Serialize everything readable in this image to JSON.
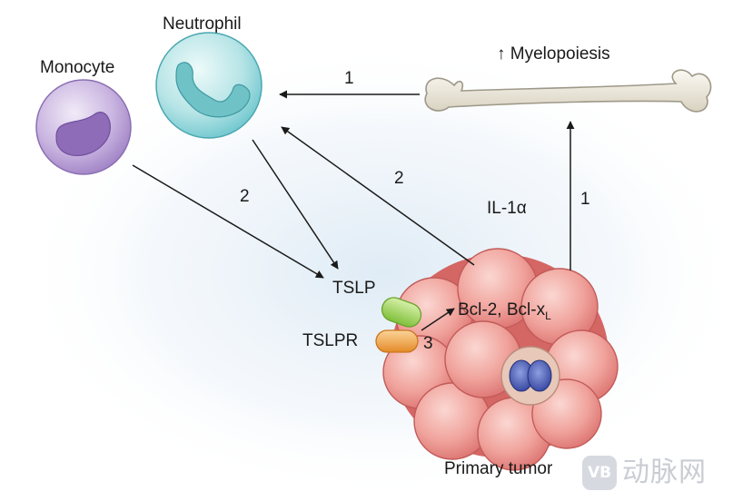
{
  "cells": {
    "monocyte": "Monocyte",
    "neutrophil": "Neutrophil",
    "primary_tumor": "Primary tumor"
  },
  "myelopoiesis": {
    "up_arrow": "↑",
    "label": "Myelopoiesis"
  },
  "molecules": {
    "il1a": "IL-1α",
    "tslp": "TSLP",
    "tslpr": "TSLPR",
    "bcl_main": "Bcl-2, Bcl-x",
    "bcl_sub": "L"
  },
  "step_numbers": {
    "bone_to_neutrophil": "1",
    "tumor_to_bone": "1",
    "monocyte_to_tslp": "2",
    "tumor_to_neutrophil": "2",
    "tslpr_to_bcl": "3"
  },
  "watermark": {
    "logo": "VB",
    "text": "动脉网"
  },
  "colors": {
    "monocyte": "#9e80c4",
    "neutrophil": "#6cc6cd",
    "tumor": "#e07a78",
    "tslp": "#9fd45a",
    "tslpr": "#f0a03e",
    "nucleus": "#3d4fa8",
    "bone": "#ebe6d8"
  }
}
